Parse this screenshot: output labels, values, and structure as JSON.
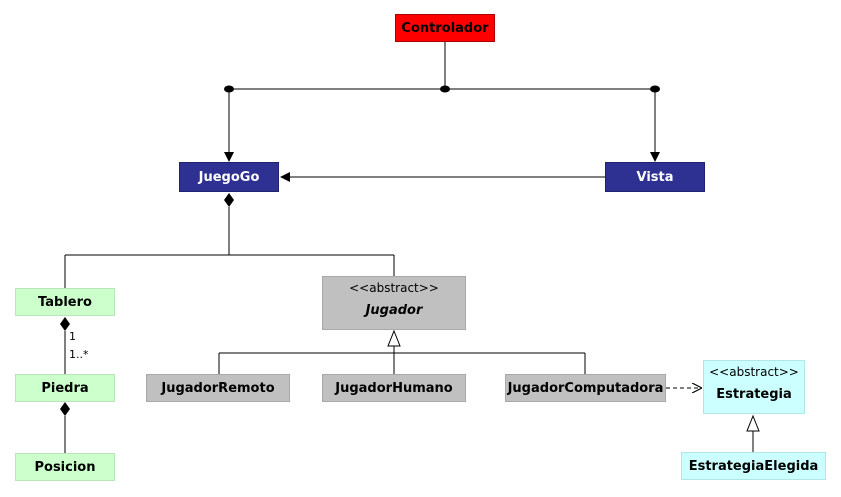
{
  "nodes": {
    "controlador": {
      "label": "Controlador"
    },
    "juegogo": {
      "label": "JuegoGo"
    },
    "vista": {
      "label": "Vista"
    },
    "tablero": {
      "label": "Tablero"
    },
    "piedra": {
      "label": "Piedra"
    },
    "posicion": {
      "label": "Posicion"
    },
    "jugador": {
      "stereotype": "<<abstract>>",
      "label": "Jugador"
    },
    "jugador_remoto": {
      "label": "JugadorRemoto"
    },
    "jugador_humano": {
      "label": "JugadorHumano"
    },
    "jugador_computadora": {
      "label": "JugadorComputadora"
    },
    "estrategia": {
      "stereotype": "<<abstract>>",
      "label": "Estrategia"
    },
    "estrategia_elegida": {
      "label": "EstrategiaElegida"
    }
  },
  "multiplicities": {
    "tablero_piedra_source": "1",
    "tablero_piedra_target": "1..*"
  }
}
